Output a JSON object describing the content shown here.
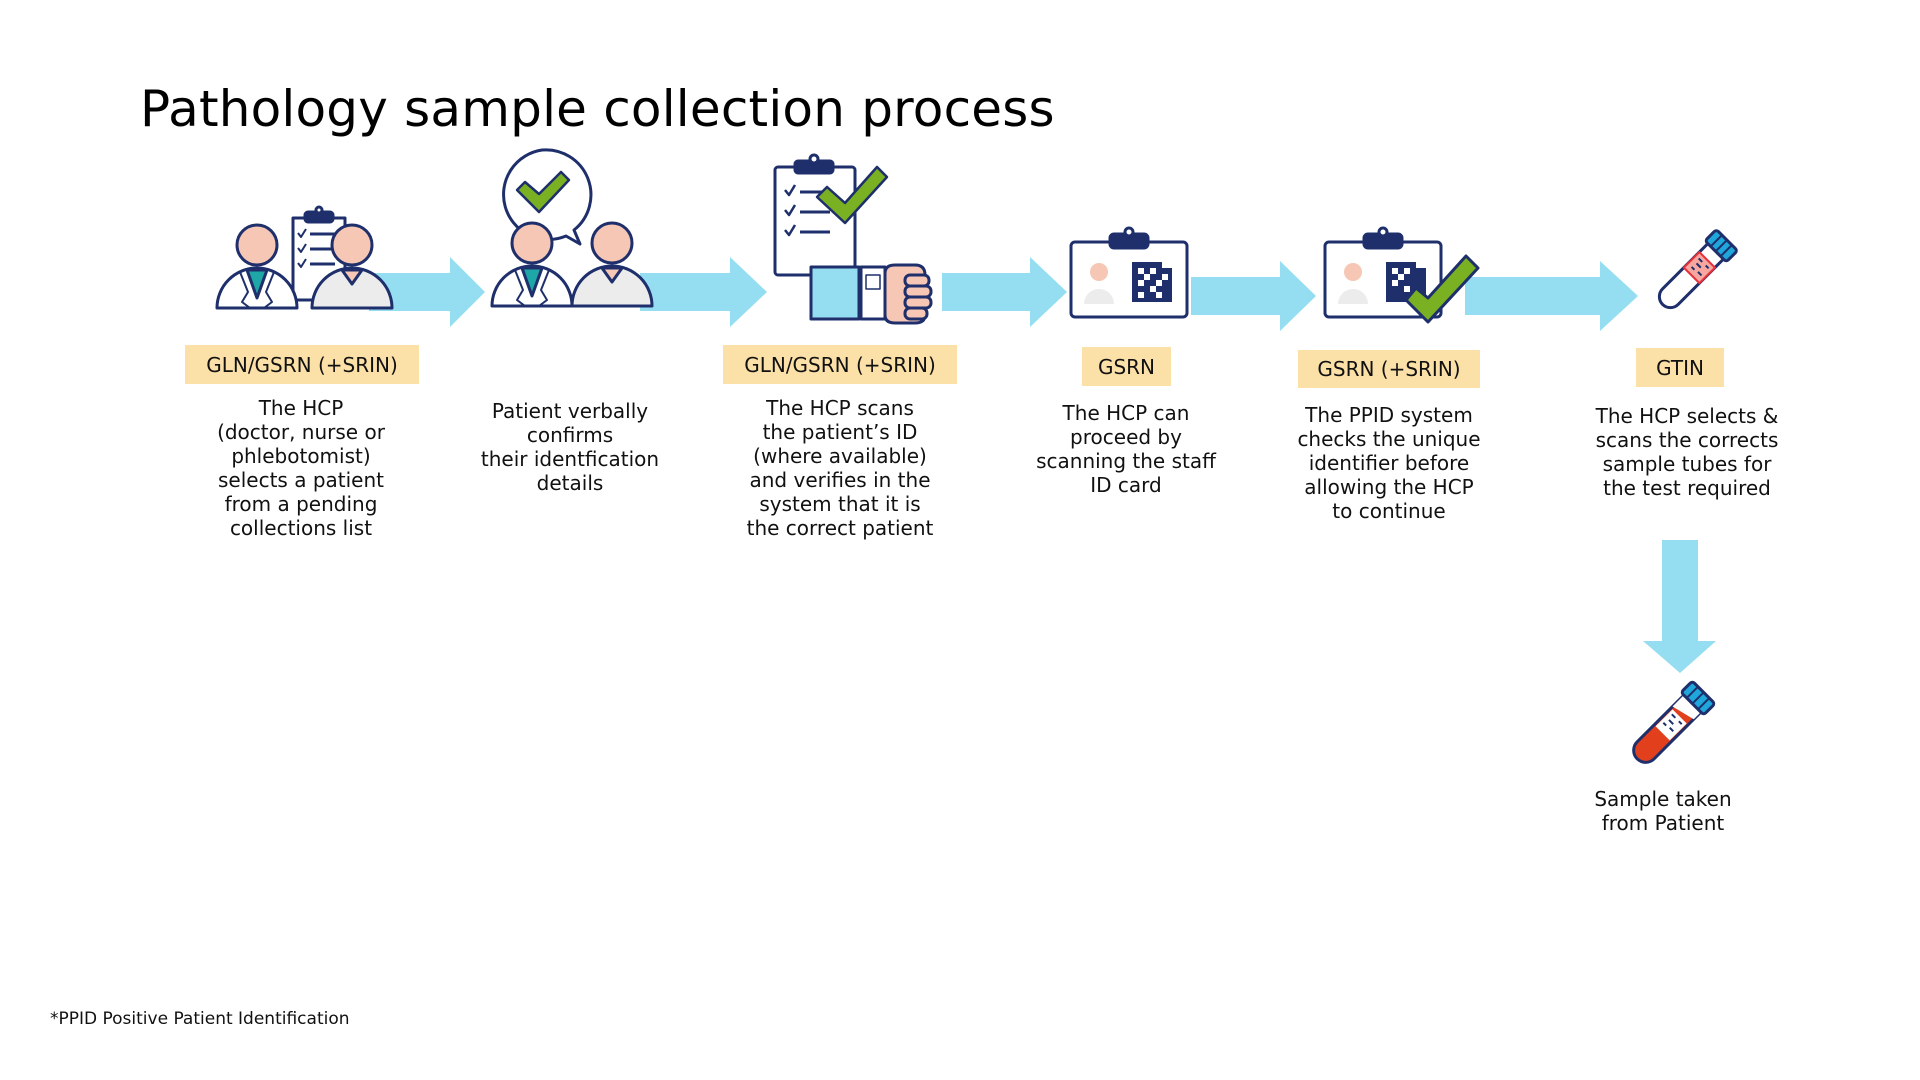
{
  "title": "Pathology sample collection process",
  "colors": {
    "arrow": "#95DDF0",
    "badge": "#FBE0A8",
    "outline": "#1E2F6B",
    "check": "#79B123",
    "skin": "#F6C7B4",
    "tube_cap": "#1FA6DA",
    "blood": "#E2401D"
  },
  "steps": [
    {
      "icon": "doctor-patient-clipboard",
      "badge": "GLN/GSRN (+SRIN)",
      "description": "The HCP\n(doctor, nurse or\nphlebotomist)\nselects a patient\nfrom a pending\ncollections list"
    },
    {
      "icon": "patient-verbal-confirmation",
      "badge": "",
      "description": "Patient verbally\nconfirms\ntheir identfication\ndetails"
    },
    {
      "icon": "clipboard-wristband-scan",
      "badge": "GLN/GSRN (+SRIN)",
      "description": "The HCP scans\nthe patient’s ID\n(where available)\nand verifies in the\nsystem that it is\nthe correct patient"
    },
    {
      "icon": "staff-id-card",
      "badge": "GSRN",
      "description": "The HCP can\nproceed by\nscanning the staff\nID card"
    },
    {
      "icon": "id-card-verified",
      "badge": "GSRN (+SRIN)",
      "description": "The PPID system\nchecks the unique\nidentifier before\nallowing the HCP\nto continue"
    },
    {
      "icon": "sample-tube-scan",
      "badge": "GTIN",
      "description": "The HCP selects &\nscans the corrects\nsample tubes for\nthe test required"
    }
  ],
  "final_step": {
    "icon": "filled-sample-tube",
    "description": "Sample taken\nfrom Patient"
  },
  "footnote": "*PPID Positive Patient Identification"
}
